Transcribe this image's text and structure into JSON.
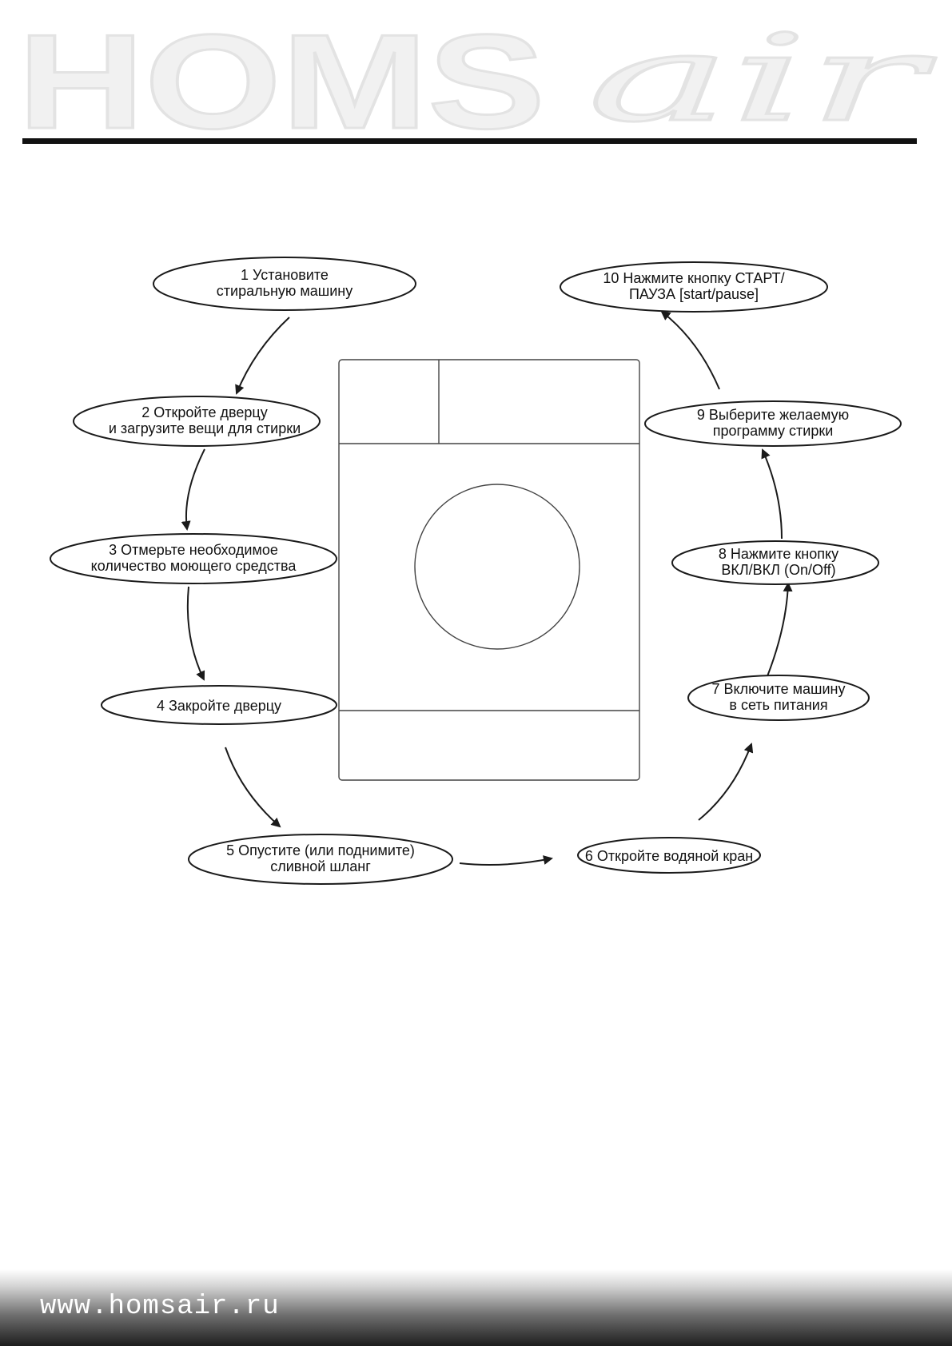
{
  "brand": {
    "logo_text": "HOMS",
    "logo_script": "air",
    "logo_color": "#f1f1f1",
    "logo_outline": "#e3e3e3"
  },
  "diagram": {
    "steps": [
      {
        "number": "1",
        "lines": [
          "1 Установите",
          "стиральную машину"
        ]
      },
      {
        "number": "2",
        "lines": [
          "2 Откройте дверцу",
          "и загрузите вещи для стирки"
        ]
      },
      {
        "number": "3",
        "lines": [
          "3 Отмерьте необходимое",
          "количество моющего средства"
        ]
      },
      {
        "number": "4",
        "lines": [
          "4 Закройте дверцу"
        ]
      },
      {
        "number": "5",
        "lines": [
          "5 Опустите (или поднимите)",
          "сливной шланг"
        ]
      },
      {
        "number": "6",
        "lines": [
          "6 Откройте водяной кран"
        ]
      },
      {
        "number": "7",
        "lines": [
          "7 Включите машину",
          "в сеть питания"
        ]
      },
      {
        "number": "8",
        "lines": [
          "8 Нажмите кнопку",
          "ВКЛ/ВКЛ (On/Off)"
        ]
      },
      {
        "number": "9",
        "lines": [
          "9 Выберите желаемую",
          "программу стирки"
        ]
      },
      {
        "number": "10",
        "lines": [
          "10 Нажмите кнопку СТАРТ/",
          "ПАУЗА [start/pause]"
        ]
      }
    ],
    "machine_icon": "washing-machine-icon"
  },
  "footer": {
    "url": "www.homsair.ru"
  }
}
